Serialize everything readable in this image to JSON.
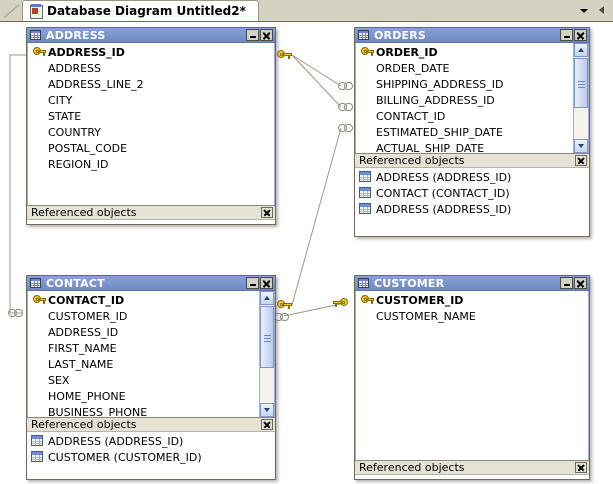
{
  "tab": {
    "label": "Database Diagram Untitled2*",
    "icon": "diagram-file-icon",
    "dropdown_icon": "chevron-down-icon",
    "close_icon": "close-tab-icon"
  },
  "labels": {
    "referenced_objects": "Referenced objects",
    "minimize": "Minimize",
    "close": "Close"
  },
  "colors": {
    "title_bar": "#7e96ce",
    "canvas": "#ffffff",
    "app_background": "#d6d3c6",
    "ref_bar": "#e6e3d6",
    "key_yellow": "#f7cf20",
    "connector": "#8f8d80"
  },
  "tables": [
    {
      "name": "ADDRESS",
      "columns": [
        {
          "name": "ADDRESS_ID",
          "pk": true
        },
        {
          "name": "ADDRESS",
          "pk": false
        },
        {
          "name": "ADDRESS_LINE_2",
          "pk": false
        },
        {
          "name": "CITY",
          "pk": false
        },
        {
          "name": "STATE",
          "pk": false
        },
        {
          "name": "COUNTRY",
          "pk": false
        },
        {
          "name": "POSTAL_CODE",
          "pk": false
        },
        {
          "name": "REGION_ID",
          "pk": false
        }
      ],
      "scrollbar": false,
      "referenced_objects": []
    },
    {
      "name": "ORDERS",
      "columns": [
        {
          "name": "ORDER_ID",
          "pk": true
        },
        {
          "name": "ORDER_DATE",
          "pk": false
        },
        {
          "name": "SHIPPING_ADDRESS_ID",
          "pk": false
        },
        {
          "name": "BILLING_ADDRESS_ID",
          "pk": false
        },
        {
          "name": "CONTACT_ID",
          "pk": false
        },
        {
          "name": "ESTIMATED_SHIP_DATE",
          "pk": false
        },
        {
          "name": "ACTUAL_SHIP_DATE",
          "pk": false
        }
      ],
      "scrollbar": true,
      "referenced_objects": [
        "ADDRESS (ADDRESS_ID)",
        "CONTACT (CONTACT_ID)",
        "ADDRESS (ADDRESS_ID)"
      ]
    },
    {
      "name": "CONTACT",
      "columns": [
        {
          "name": "CONTACT_ID",
          "pk": true
        },
        {
          "name": "CUSTOMER_ID",
          "pk": false
        },
        {
          "name": "ADDRESS_ID",
          "pk": false
        },
        {
          "name": "FIRST_NAME",
          "pk": false
        },
        {
          "name": "LAST_NAME",
          "pk": false
        },
        {
          "name": "SEX",
          "pk": false
        },
        {
          "name": "HOME_PHONE",
          "pk": false
        },
        {
          "name": "BUSINESS_PHONE",
          "pk": false
        }
      ],
      "scrollbar": true,
      "referenced_objects": [
        "ADDRESS (ADDRESS_ID)",
        "CUSTOMER (CUSTOMER_ID)"
      ]
    },
    {
      "name": "CUSTOMER",
      "columns": [
        {
          "name": "CUSTOMER_ID",
          "pk": true
        },
        {
          "name": "CUSTOMER_NAME",
          "pk": false
        }
      ],
      "scrollbar": false,
      "referenced_objects": []
    }
  ],
  "relationships": [
    {
      "from": "ADDRESS.ADDRESS_ID",
      "to": "ORDERS.SHIPPING_ADDRESS_ID"
    },
    {
      "from": "ADDRESS.ADDRESS_ID",
      "to": "ORDERS.BILLING_ADDRESS_ID"
    },
    {
      "from": "CONTACT.CONTACT_ID",
      "to": "ORDERS.CONTACT_ID"
    },
    {
      "from": "ADDRESS.ADDRESS_ID",
      "to": "CONTACT.ADDRESS_ID"
    },
    {
      "from": "CUSTOMER.CUSTOMER_ID",
      "to": "CONTACT.CUSTOMER_ID"
    }
  ]
}
